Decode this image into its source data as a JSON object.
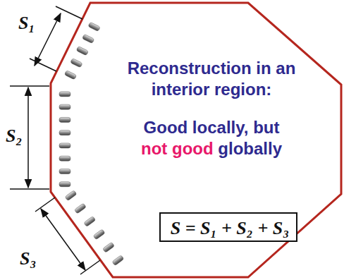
{
  "diagram": {
    "nodes": [
      {
        "text": [
          "S = S₁ + S₂ + S₃"
        ]
      }
    ],
    "labels": [
      "S₁",
      "S₂",
      "S₃",
      "Reconstruction in an interior region:",
      "Good locally, but",
      "not good",
      "globally"
    ]
  }
}
